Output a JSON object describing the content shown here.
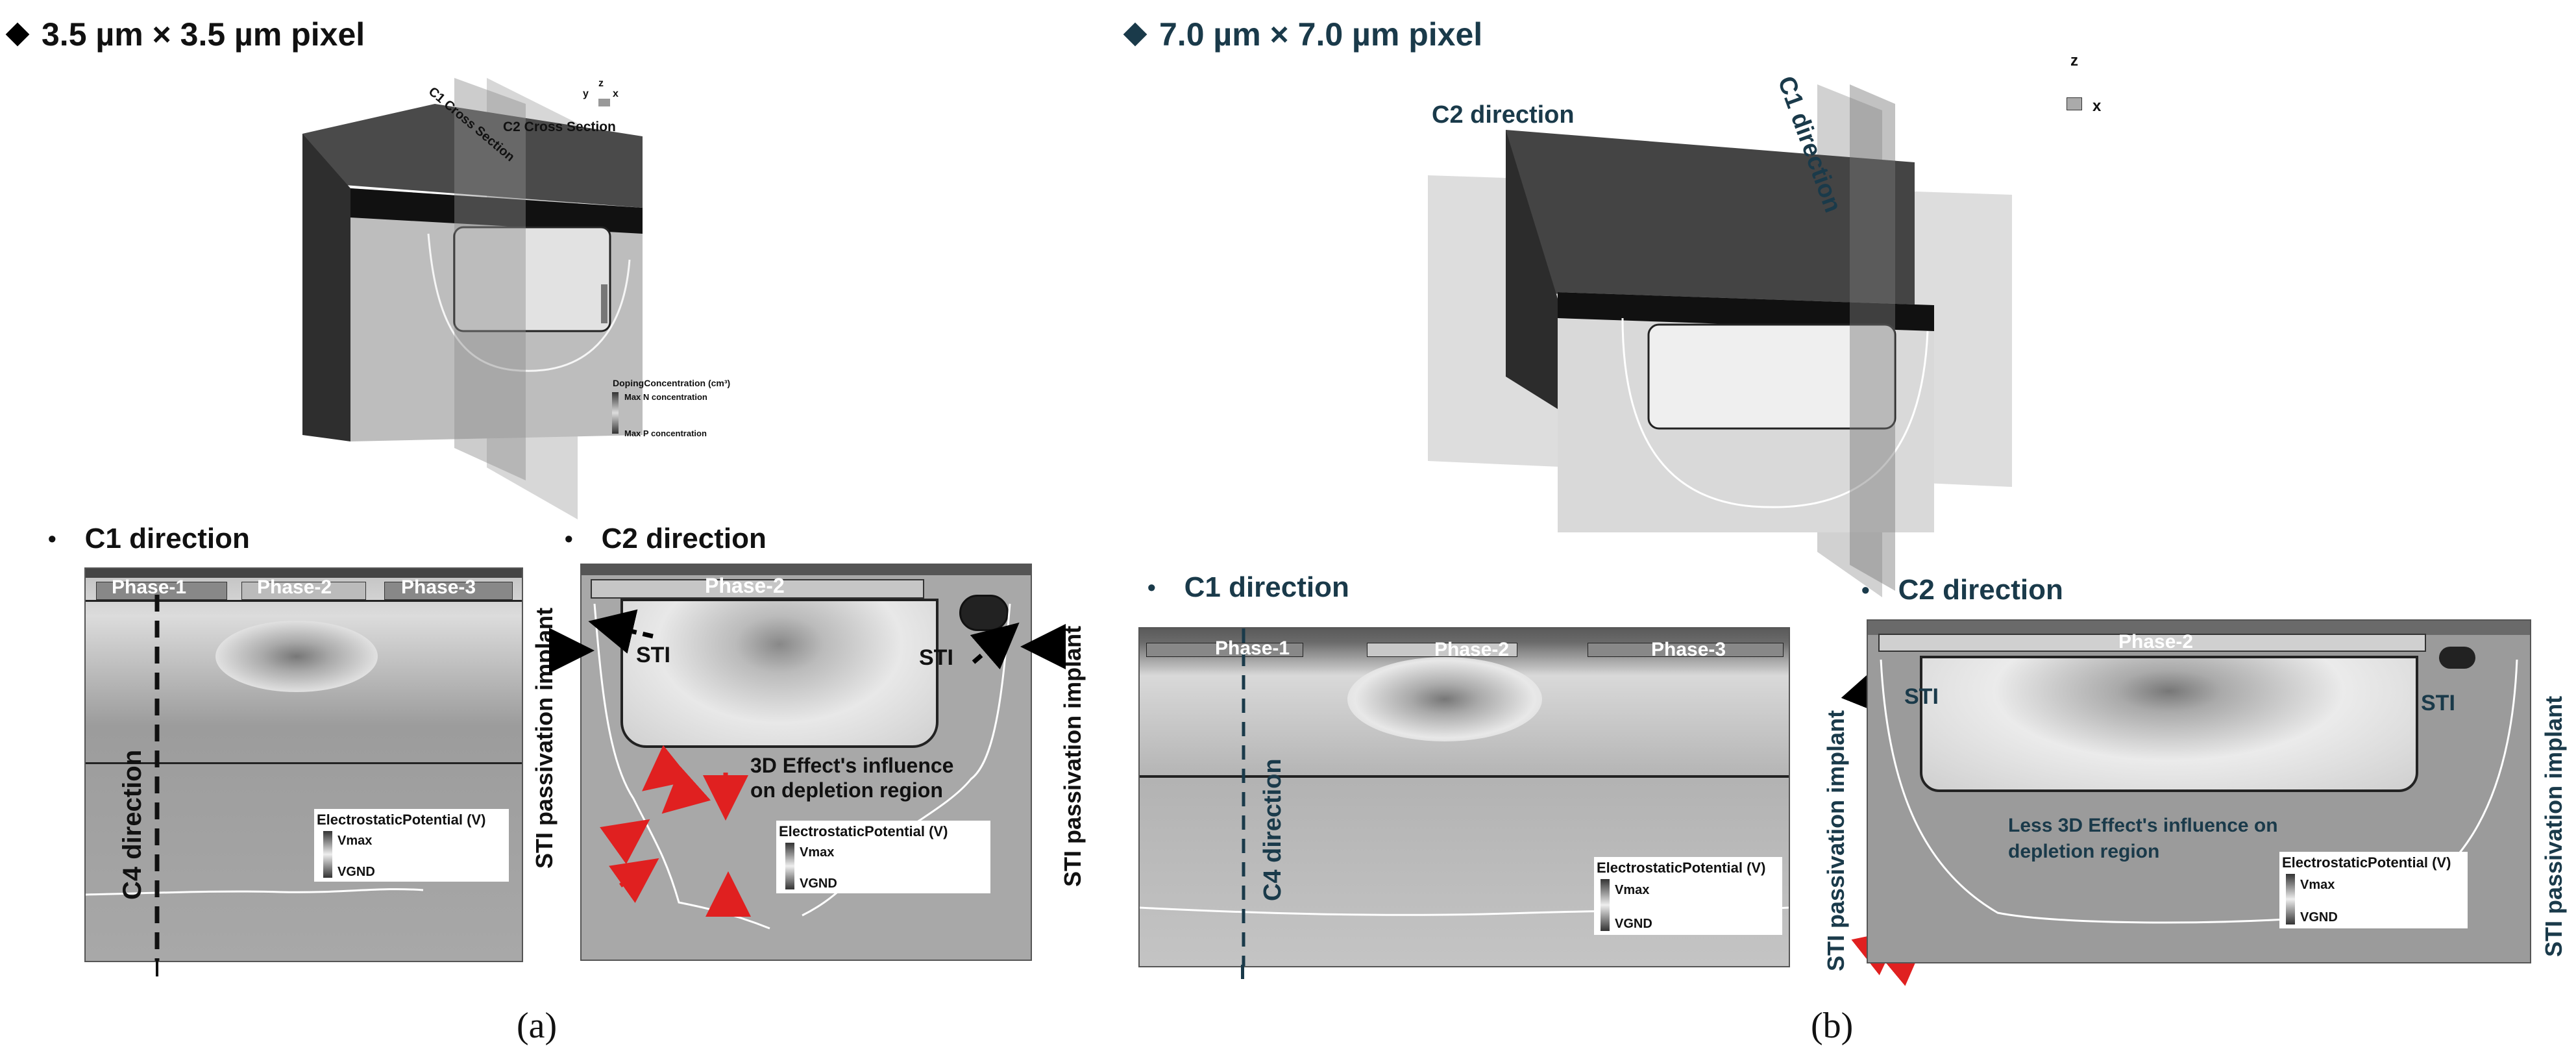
{
  "left": {
    "header": "3.5 µm × 3.5 µm pixel",
    "device3d": {
      "cross_c1": "C1 Cross Section",
      "cross_c2": "C2 Cross Section",
      "axis_z": "z",
      "axis_x": "x",
      "axis_y": "y",
      "doping_title": "DopingConcentration (cm³)",
      "max_n": "Max N concentration",
      "max_p": "Max P concentration"
    },
    "c1": {
      "heading": "C1 direction",
      "phase1": "Phase-1",
      "phase2": "Phase-2",
      "phase3": "Phase-3",
      "c4": "C4 direction",
      "legend_title": "ElectrostaticPotential (V)",
      "vmax": "Vmax",
      "vgnd": "VGND"
    },
    "c2": {
      "heading": "C2 direction",
      "phase2": "Phase-2",
      "sti_left": "STI",
      "sti_right": "STI",
      "implant_left": "STI passivation implant",
      "implant_right": "STI passivation implant",
      "effect": "3D Effect's influence on depletion region",
      "legend_title": "ElectrostaticPotential (V)",
      "vmax": "Vmax",
      "vgnd": "VGND"
    },
    "caption": "(a)"
  },
  "right": {
    "header": "7.0 µm × 7.0 µm pixel",
    "device3d": {
      "c2_dir": "C2 direction",
      "c1_dir": "C1 direction",
      "axis_z": "z",
      "axis_x": "x"
    },
    "c1": {
      "heading": "C1 direction",
      "phase1": "Phase-1",
      "phase2": "Phase-2",
      "phase3": "Phase-3",
      "c4": "C4 direction",
      "legend_title": "ElectrostaticPotential (V)",
      "vmax": "Vmax",
      "vgnd": "VGND"
    },
    "c2": {
      "heading": "C2 direction",
      "phase2": "Phase-2",
      "sti_left": "STI",
      "sti_right": "STI",
      "implant_left": "STI passivation implant",
      "implant_right": "STI passivation implant",
      "effect": "Less 3D Effect's influence on depletion region",
      "legend_title": "ElectrostaticPotential (V)",
      "vmax": "Vmax",
      "vgnd": "VGND"
    },
    "caption": "(b)"
  },
  "colors": {
    "header_left_diamond": "#000000",
    "header_right": "#1a3a4a",
    "arrow_red": "#e02020",
    "arrow_black": "#000000",
    "dashed_blue": "#1a3a4a"
  }
}
